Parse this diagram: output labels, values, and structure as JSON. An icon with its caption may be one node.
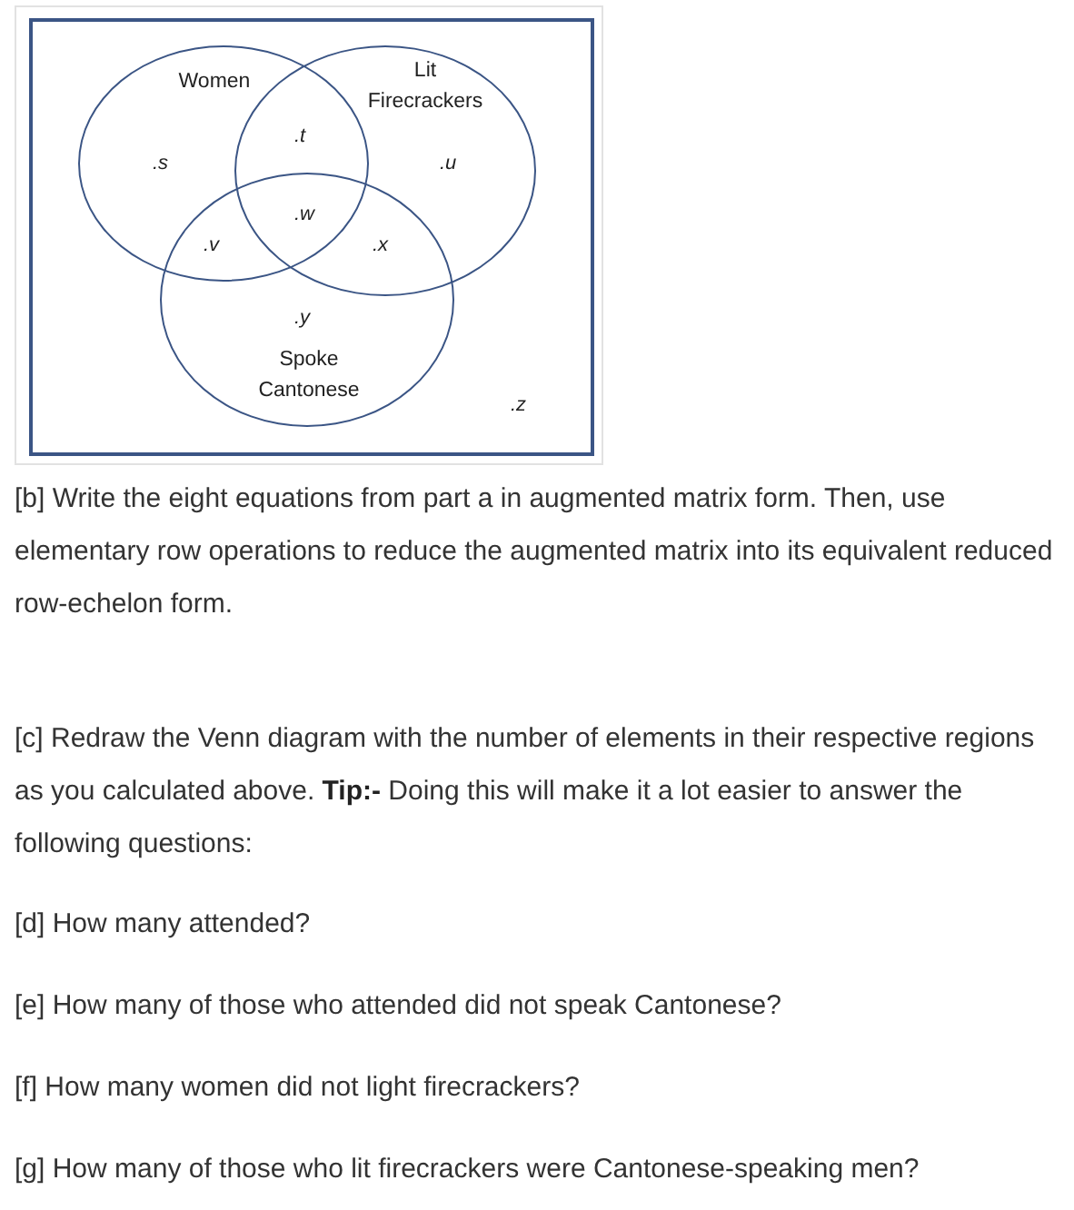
{
  "diagram": {
    "nodes": [
      {
        "text": [],
        "shape": "box"
      },
      {
        "text": [
          "Women"
        ],
        "in": 0
      },
      {
        "text": [
          "Lit Firecrackers"
        ],
        "in": 0
      },
      {
        "text": [
          "Spoke Cantonese"
        ],
        "in": 0
      }
    ],
    "labels": [
      ".t",
      ".s",
      ".u",
      ".w",
      ".v",
      ".x",
      ".y",
      ".z",
      "[b] Write the eight equations from part a in augmented matrix form. Then, use elementary row operations to reduce the augmented matrix into its equivalent reduced row-echelon form.",
      "[c] Redraw the Venn diagram with the number of elements in their respective regions as you calculated above. **Tip:-** Doing this will make it a lot easier to answer the following questions:",
      "[d] How many attended?",
      "[e] How many of those who attended did not speak Cantonese?",
      "[f] How many women did not light firecrackers?",
      "[g] How many of those who lit firecrackers were Cantonese-speaking men?"
    ]
  }
}
